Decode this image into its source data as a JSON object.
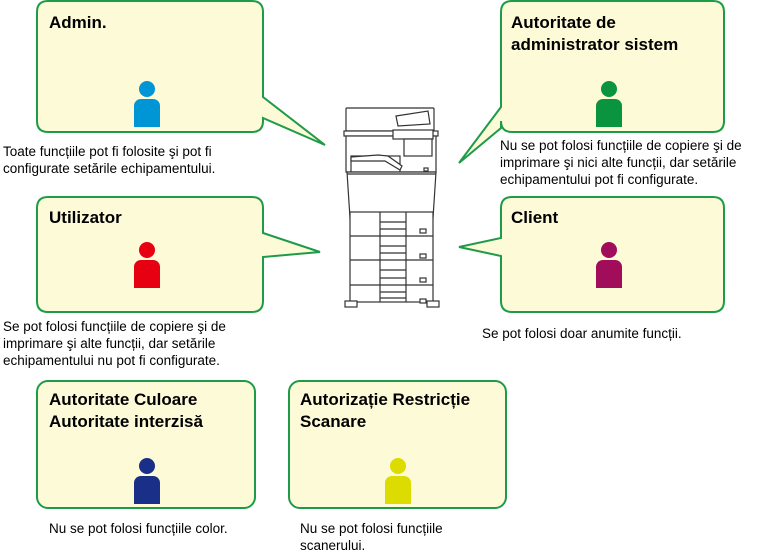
{
  "colors": {
    "box_fill": "#FDFAD8",
    "box_border": "#1E9B48",
    "printer_line": "#333333"
  },
  "roles": [
    {
      "id": "admin",
      "title": "Admin.",
      "description": "Toate funcțiile pot fi folosite şi pot fi configurate setările echipamentului.",
      "icon": "person-icon",
      "icon_color": "#0096D6"
    },
    {
      "id": "system-admin",
      "title": "Autoritate de administrator sistem",
      "description": "Nu se pot folosi funcțiile de copiere şi de imprimare şi nici alte funcții, dar setările echipamentului pot fi configurate.",
      "icon": "person-icon",
      "icon_color": "#0A9440"
    },
    {
      "id": "user",
      "title": "Utilizator",
      "description": "Se pot folosi funcțiile de copiere şi de imprimare şi alte funcții, dar setările echipamentului nu pot fi configurate.",
      "icon": "person-icon",
      "icon_color": "#E60012"
    },
    {
      "id": "guest",
      "title": "Client",
      "description": "Se pot folosi doar anumite funcții.",
      "icon": "person-icon",
      "icon_color": "#A10D5B"
    },
    {
      "id": "color-prohibited",
      "title": "Autoritate Culoare Autoritate interzisă",
      "description": "Nu se pot folosi funcțiile color.",
      "icon": "person-icon",
      "icon_color": "#1A2F87"
    },
    {
      "id": "scan-restricted",
      "title": "Autorizație Restricție Scanare",
      "description": "Nu se pot folosi funcțiile scanerului.",
      "icon": "person-icon",
      "icon_color": "#DCDC00"
    }
  ],
  "center_device": {
    "icon": "multifunction-printer-icon"
  }
}
